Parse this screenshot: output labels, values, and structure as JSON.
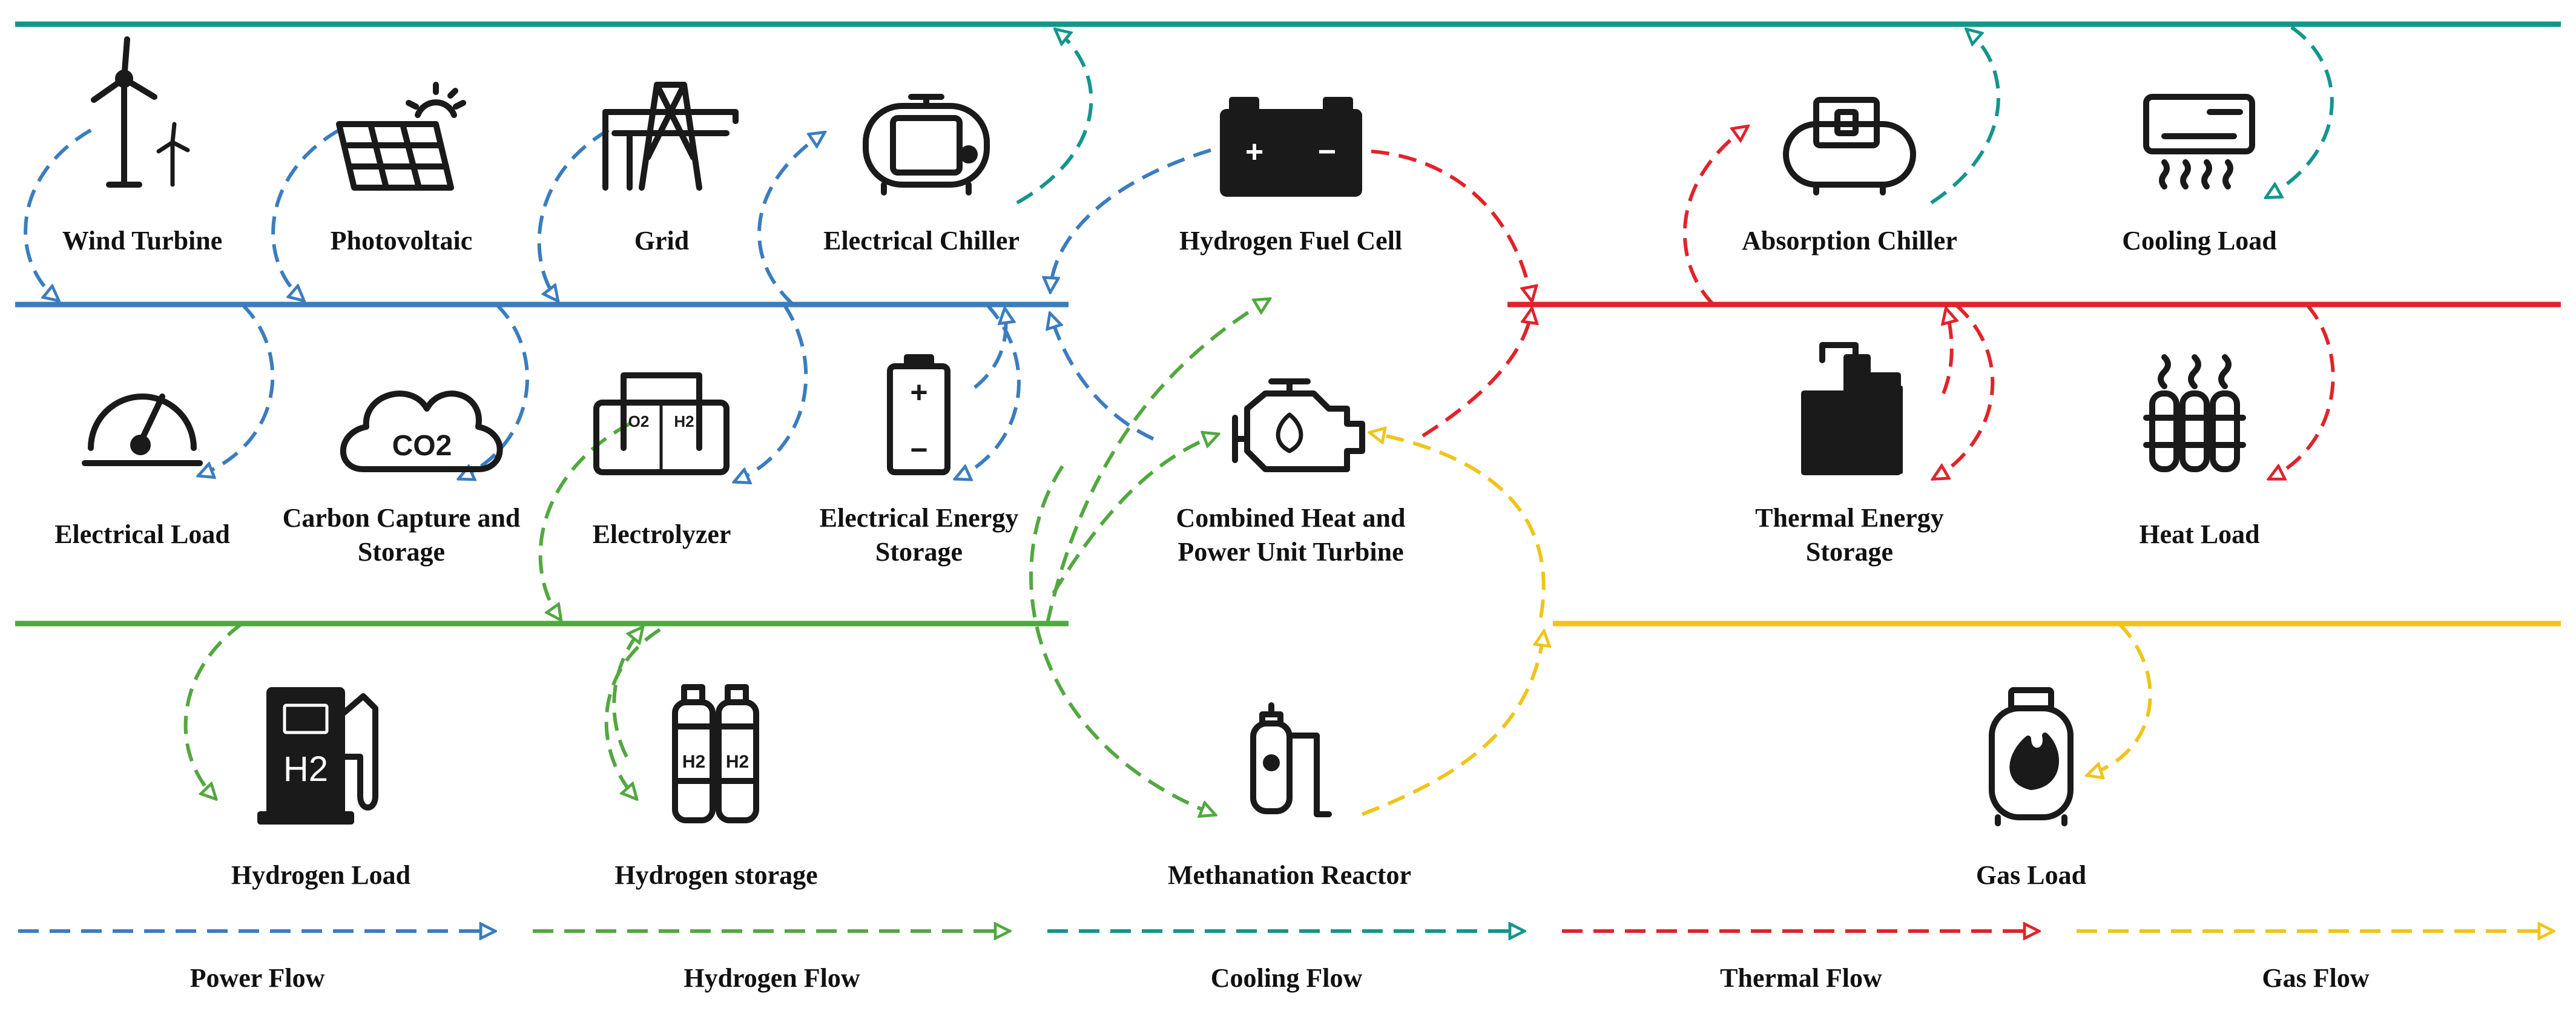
{
  "colors": {
    "power": "#3a7dbf",
    "hydrogen": "#52a840",
    "cooling": "#14958c",
    "thermal": "#e0242a",
    "gas": "#f0c419",
    "icon": "#1a1a1a"
  },
  "components": {
    "wind_turbine": "Wind Turbine",
    "photovoltaic": "Photovoltaic",
    "grid": "Grid",
    "electrical_chiller": "Electrical Chiller",
    "hydrogen_fuel_cell": "Hydrogen Fuel Cell",
    "absorption_chiller": "Absorption Chiller",
    "cooling_load": "Cooling Load",
    "electrical_load": "Electrical Load",
    "ccs_line1": "Carbon Capture and",
    "ccs_line2": "Storage",
    "electrolyzer": "Electrolyzer",
    "ees_line1": "Electrical Energy",
    "ees_line2": "Storage",
    "chp_line1": "Combined Heat and",
    "chp_line2": "Power Unit Turbine",
    "tes_line1": "Thermal Energy",
    "tes_line2": "Storage",
    "heat_load": "Heat Load",
    "hydrogen_load": "Hydrogen Load",
    "hydrogen_storage": "Hydrogen storage",
    "methanation_reactor": "Methanation Reactor",
    "gas_load": "Gas Load"
  },
  "icon_text": {
    "co2": "CO2",
    "h2": "H2",
    "o2": "O2",
    "plus": "+",
    "minus": "−"
  },
  "legend": {
    "power": "Power Flow",
    "hydrogen": "Hydrogen Flow",
    "cooling": "Cooling Flow",
    "thermal": "Thermal Flow",
    "gas": "Gas Flow"
  }
}
